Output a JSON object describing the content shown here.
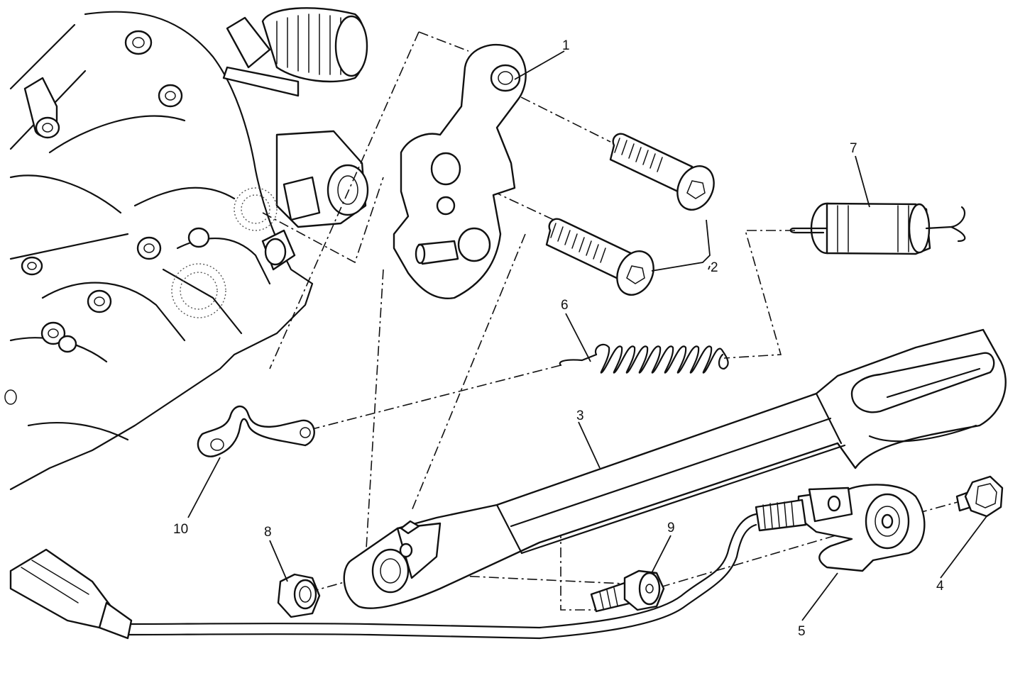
{
  "callouts": [
    {
      "id": "1",
      "text": "1"
    },
    {
      "id": "2",
      "text": "2"
    },
    {
      "id": "3",
      "text": "3"
    },
    {
      "id": "4",
      "text": "4"
    },
    {
      "id": "5",
      "text": "5"
    },
    {
      "id": "6",
      "text": "6"
    },
    {
      "id": "7",
      "text": "7"
    },
    {
      "id": "8",
      "text": "8"
    },
    {
      "id": "9",
      "text": "9"
    },
    {
      "id": "10",
      "text": "10"
    }
  ],
  "icons": [
    "engine-case-icon",
    "stand-bracket-icon",
    "bolt-icon",
    "spring-icon",
    "side-stand-icon",
    "sensor-icon",
    "connector-icon",
    "plate-icon",
    "nut-icon",
    "screw-icon"
  ],
  "colors": {
    "line": "#111111",
    "background": "#ffffff"
  }
}
